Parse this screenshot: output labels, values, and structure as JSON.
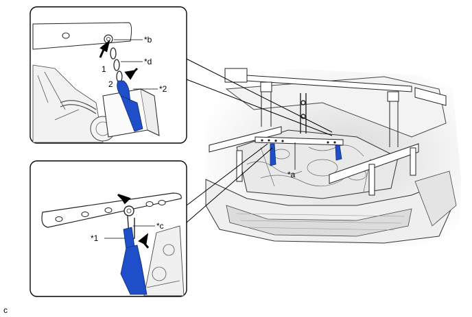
{
  "labels": {
    "b": "*b",
    "d": "*d",
    "one": "1",
    "two": "2",
    "star2": "*2",
    "c": "*c",
    "star1": "*1",
    "a": "*a",
    "footer": "c"
  },
  "colors": {
    "hook_blue": "#1f4fc8",
    "line": "#222222",
    "shade": "#e6e6e6"
  }
}
